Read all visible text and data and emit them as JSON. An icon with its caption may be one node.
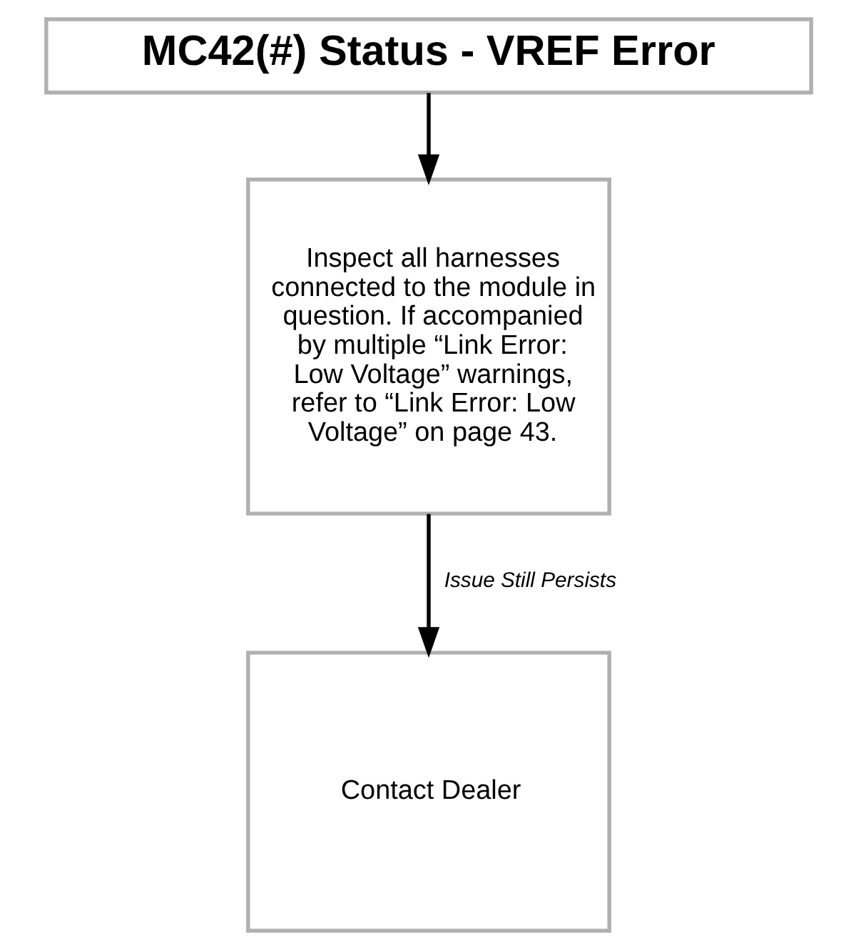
{
  "diagram": {
    "nodes": [
      {
        "text": [
          "MC42(#) Status - VREF Error"
        ]
      },
      {
        "text": [
          "Inspect all harnesses connected to the module in question. If accompanied by multiple “Link Error: Low Voltage” warnings, refer to “Link Error: Low Voltage” on page 43."
        ]
      },
      {
        "text": [
          "Contact Dealer"
        ]
      }
    ],
    "edges": [
      {
        "from": 0,
        "to": 1,
        "arrow": "to"
      },
      {
        "from": 1,
        "to": 2,
        "arrow": "to",
        "label": "Issue Still Persists"
      }
    ]
  }
}
